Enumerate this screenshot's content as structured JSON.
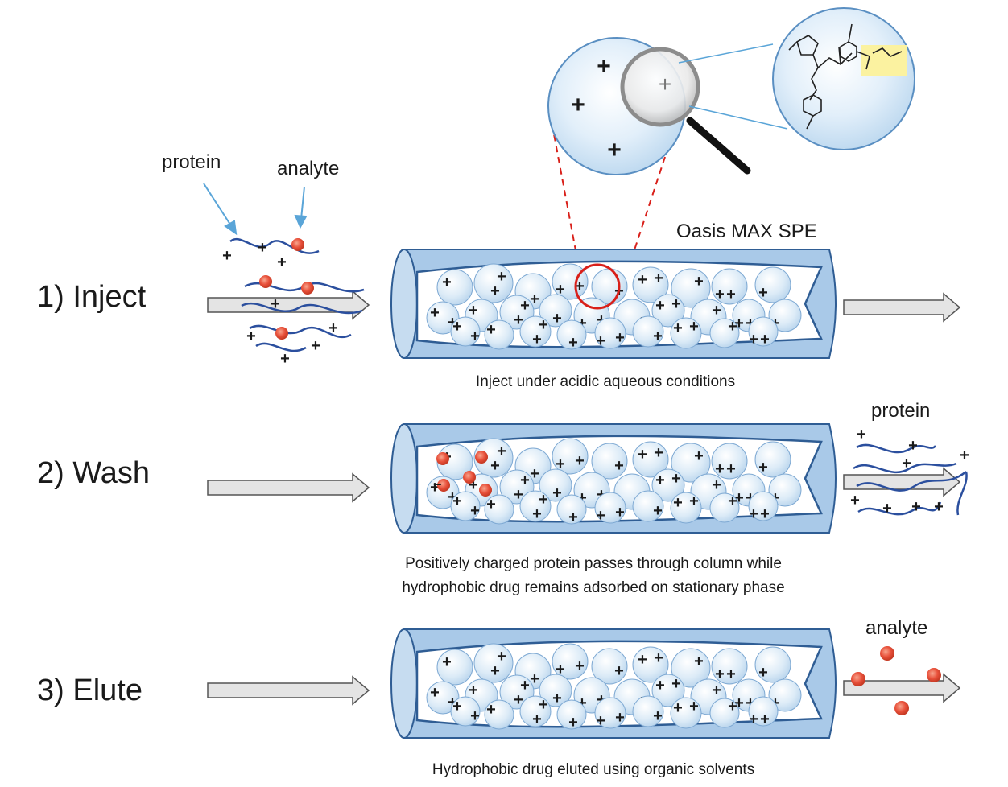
{
  "labels": {
    "protein_top": "protein",
    "analyte_top": "analyte",
    "column_name": "Oasis MAX SPE",
    "protein_right": "protein",
    "analyte_right": "analyte"
  },
  "steps": [
    {
      "label": "1) Inject",
      "caption_lines": [
        "Inject under acidic aqueous conditions"
      ]
    },
    {
      "label": "2) Wash",
      "caption_lines": [
        "Positively charged protein passes through column while",
        "hydrophobic drug remains adsorbed on stationary phase"
      ]
    },
    {
      "label": "3) Elute",
      "caption_lines": [
        "Hydrophobic drug eluted using organic solvents"
      ]
    }
  ],
  "symbols": {
    "plus": "+",
    "minus": "−"
  },
  "colors": {
    "column_fill": "#a9c9e8",
    "column_stroke": "#2f5d94",
    "bead_fill": "#dcebf7",
    "analyte": "#e8503a",
    "protein_strand": "#2b4f9e",
    "leader_line": "#5aa5d8",
    "arrow_fill": "#e4e4e4",
    "zoom_ring": "#d9201a",
    "highlight": "#fbf2a0"
  },
  "icons": [
    "magnifier-icon",
    "arrow-icon",
    "bead-icon",
    "analyte-dot-icon",
    "protein-strand-icon",
    "polymer-structure-icon"
  ]
}
